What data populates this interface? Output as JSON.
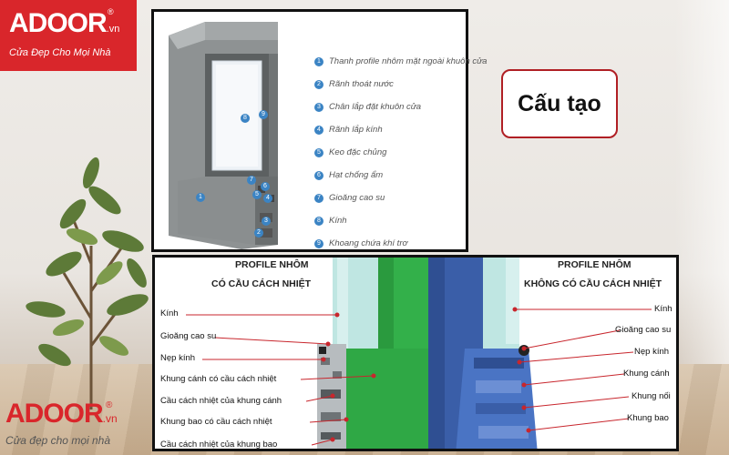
{
  "logo_top": {
    "brand": "ADOOR",
    "suffix": ".vn",
    "reg": "®",
    "slogan": "Cửa Đẹp Cho Mọi Nhà"
  },
  "logo_bottom": {
    "brand": "ADOOR",
    "suffix": ".vn",
    "reg": "®",
    "slogan": "Cửa đẹp cho mọi nhà"
  },
  "title": "Cấu tạo",
  "diagram_top": {
    "legend": [
      {
        "num": "1",
        "text": "Thanh profile nhôm mặt ngoài khuôn cửa"
      },
      {
        "num": "2",
        "text": "Rãnh thoát nước"
      },
      {
        "num": "3",
        "text": "Chân lắp đặt khuôn cửa"
      },
      {
        "num": "4",
        "text": "Rãnh lắp kính"
      },
      {
        "num": "5",
        "text": "Keo đặc chủng"
      },
      {
        "num": "6",
        "text": "Hạt chống ẩm"
      },
      {
        "num": "7",
        "text": "Gioăng cao su"
      },
      {
        "num": "8",
        "text": "Kính"
      },
      {
        "num": "9",
        "text": "Khoang chứa khí trơ"
      }
    ],
    "callouts": [
      "1",
      "2",
      "3",
      "4",
      "5",
      "6",
      "7",
      "8",
      "9"
    ]
  },
  "diagram_bottom": {
    "left_heading_1": "PROFILE NHÔM",
    "left_heading_2": "CÓ CẦU CÁCH NHIỆT",
    "right_heading_1": "PROFILE NHÔM",
    "right_heading_2": "KHÔNG CÓ CẦU CÁCH NHIỆT",
    "left_labels": [
      "Kính",
      "Gioăng cao su",
      "Nẹp kính",
      "Khung cánh có cầu cách nhiệt",
      "Cầu cách nhiệt của khung cánh",
      "Khung bao có cầu cách nhiệt",
      "Cầu cách nhiệt của khung bao"
    ],
    "right_labels": [
      "Kính",
      "Gioăng cao su",
      "Nẹp kính",
      "Khung cánh",
      "Khung nối",
      "Khung bao"
    ]
  }
}
